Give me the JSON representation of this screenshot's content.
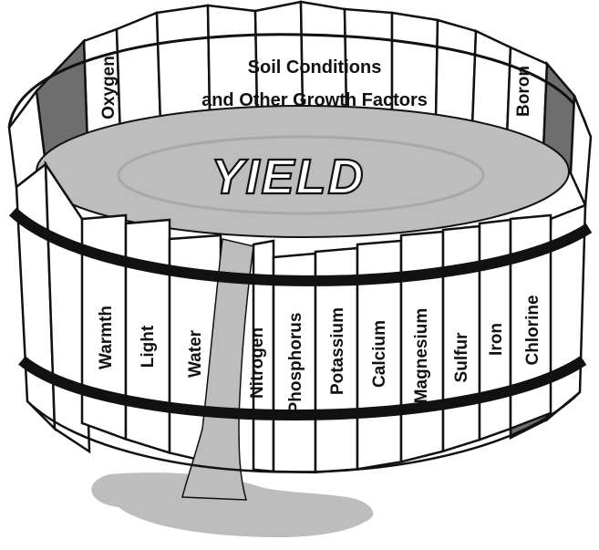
{
  "diagram": {
    "center_label": "YIELD",
    "top_label_lines": [
      "Soil Conditions",
      "and Other Growth Factors"
    ],
    "back_staves": [
      "Oxygen",
      "Boron"
    ],
    "front_staves": [
      "Warmth",
      "Light",
      "Water",
      "Nitrogen",
      "Phosphorus",
      "Potassium",
      "Calcium",
      "Magnesium",
      "Sulfur",
      "Iron",
      "Chlorine"
    ]
  },
  "colors": {
    "outline": "#111111",
    "stave": "#ffffff",
    "water": "#bdbdbd",
    "water_dark": "#a8a8a8",
    "hoop": "#111111",
    "shadow": "#6e6e6e",
    "inner_wall": "#d9d9d9"
  }
}
